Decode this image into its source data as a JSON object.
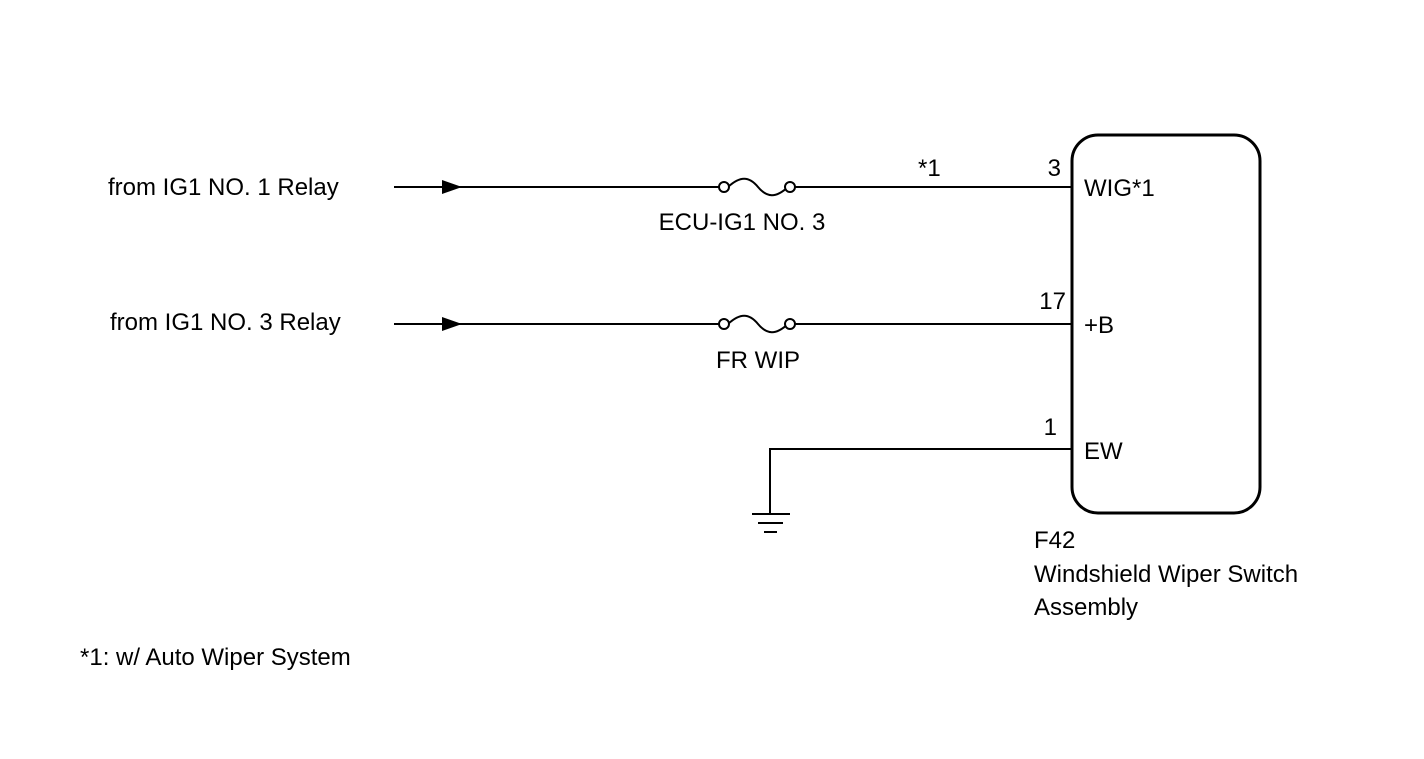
{
  "circuit_1": {
    "source_label": "from IG1 NO. 1 Relay",
    "fuse_label": "ECU-IG1 NO. 3",
    "wire_note": "*1",
    "pin_number": "3",
    "pin_label": "WIG*1"
  },
  "circuit_2": {
    "source_label": "from IG1 NO. 3 Relay",
    "fuse_label": "FR WIP",
    "pin_number": "17",
    "pin_label": "+B"
  },
  "circuit_3": {
    "pin_number": "1",
    "pin_label": "EW"
  },
  "component": {
    "code": "F42",
    "name_line_1": "Windshield Wiper Switch",
    "name_line_2": "Assembly"
  },
  "footnote": "*1: w/ Auto Wiper System"
}
